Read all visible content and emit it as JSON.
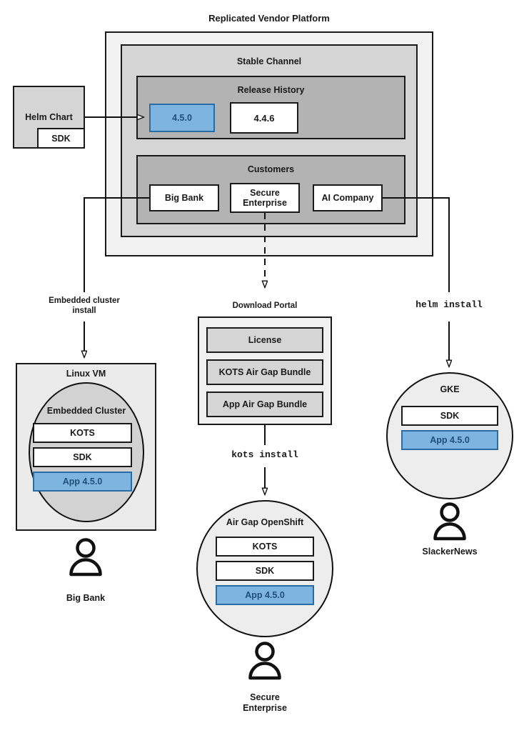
{
  "diagram": {
    "title": "Replicated Vendor Platform",
    "platform": {
      "channel_label": "Stable Channel",
      "release_history": {
        "label": "Release History",
        "releases": [
          {
            "version": "4.5.0",
            "highlighted": true
          },
          {
            "version": "4.4.6",
            "highlighted": false
          }
        ]
      },
      "customers": {
        "label": "Customers",
        "items": [
          {
            "name": "Big Bank"
          },
          {
            "name": "Secure\nEnterprise"
          },
          {
            "name": "AI Company"
          }
        ]
      }
    },
    "source": {
      "label": "Helm Chart",
      "sdk_label": "SDK"
    },
    "edge_labels": {
      "embedded": "Embedded cluster\ninstall",
      "download_portal": "Download Portal",
      "helm_install": "helm install",
      "kots_install": "kots install"
    },
    "download_portal": {
      "title": "Download Portal",
      "items": [
        "License",
        "KOTS Air Gap Bundle",
        "App Air Gap Bundle"
      ]
    },
    "targets": [
      {
        "id": "linux-vm",
        "outer_label": "Linux VM",
        "inner_label": "Embedded Cluster",
        "components": [
          {
            "label": "KOTS",
            "highlighted": false
          },
          {
            "label": "SDK",
            "highlighted": false
          },
          {
            "label": "App 4.5.0",
            "highlighted": true
          }
        ],
        "actor": "Big Bank"
      },
      {
        "id": "air-gap-openshift",
        "outer_label": "",
        "inner_label": "Air Gap OpenShift",
        "components": [
          {
            "label": "KOTS",
            "highlighted": false
          },
          {
            "label": "SDK",
            "highlighted": false
          },
          {
            "label": "App 4.5.0",
            "highlighted": true
          }
        ],
        "actor": "Secure\nEnterprise"
      },
      {
        "id": "gke",
        "outer_label": "",
        "inner_label": "GKE",
        "components": [
          {
            "label": "SDK",
            "highlighted": false
          },
          {
            "label": "App 4.5.0",
            "highlighted": true
          }
        ],
        "actor": "SlackerNews"
      }
    ],
    "colors": {
      "platform_fill": "#f2f2f2",
      "channel_fill": "#d5d5d5",
      "group_fill": "#b3b3b3",
      "highlight_fill": "#7eb5e0",
      "highlight_border": "#2b6ca3",
      "highlight_text": "#1f4e79",
      "stroke": "#1a1a1a",
      "vm_fill": "#ebebeb",
      "circle_grey": "#d2d2d2",
      "circle_light": "#ededed"
    }
  }
}
